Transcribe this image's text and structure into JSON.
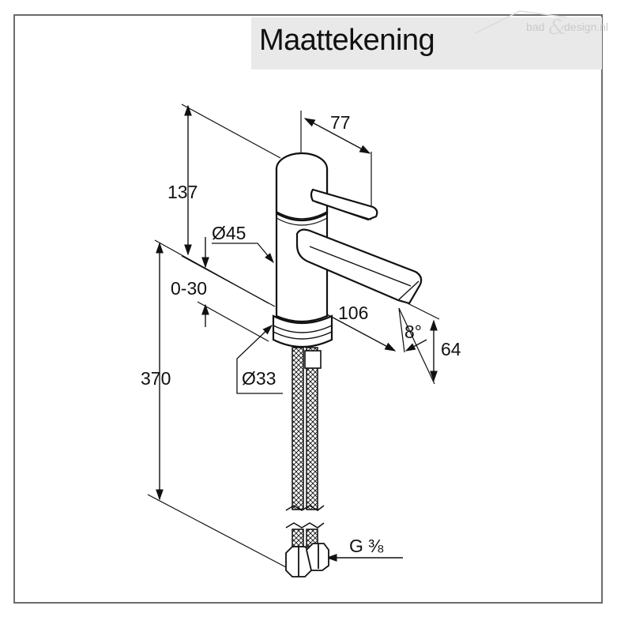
{
  "title": "Maattekening",
  "watermark": {
    "part1": "bad",
    "amp": "&",
    "part2": "design.nl"
  },
  "dimensions": {
    "d77": "77",
    "d137": "137",
    "d45": "Ø45",
    "d0_30": "0-30",
    "d106": "106",
    "d8deg": "8°",
    "d64": "64",
    "d33": "Ø33",
    "d370": "370",
    "thread_g": "G",
    "thread_frac": "⅜"
  },
  "colors": {
    "line": "#111111",
    "frame": "#6b6b6b",
    "band": "#e9e9e9"
  }
}
